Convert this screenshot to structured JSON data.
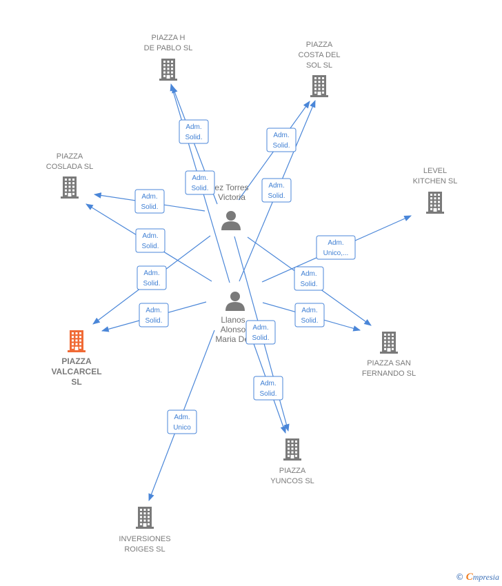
{
  "colors": {
    "edge": "#4a86d8",
    "company": "#7a7a7a",
    "highlight": "#f06a35",
    "person": "#7a7a7a"
  },
  "people": [
    {
      "id": "p1",
      "label": [
        "ez Torres",
        "Victoria"
      ]
    },
    {
      "id": "p2",
      "label": [
        "Llanos",
        "Alonso",
        "Maria Del"
      ]
    }
  ],
  "companies": [
    {
      "id": "c1",
      "label": [
        "PIAZZA H",
        "DE PABLO  SL"
      ],
      "highlight": false
    },
    {
      "id": "c2",
      "label": [
        "PIAZZA",
        "COSTA DEL",
        "SOL  SL"
      ],
      "highlight": false
    },
    {
      "id": "c3",
      "label": [
        "PIAZZA",
        "COSLADA  SL"
      ],
      "highlight": false
    },
    {
      "id": "c4",
      "label": [
        "LEVEL",
        "KITCHEN SL"
      ],
      "highlight": false
    },
    {
      "id": "c5",
      "label": [
        "PIAZZA",
        "VALCARCEL",
        "SL"
      ],
      "highlight": true
    },
    {
      "id": "c6",
      "label": [
        "PIAZZA SAN",
        "FERNANDO  SL"
      ],
      "highlight": false
    },
    {
      "id": "c7",
      "label": [
        "PIAZZA",
        "YUNCOS  SL"
      ],
      "highlight": false
    },
    {
      "id": "c8",
      "label": [
        "INVERSIONES",
        "ROIGES SL"
      ],
      "highlight": false
    }
  ],
  "edges": [
    {
      "from": "p2",
      "to": "c1",
      "label": [
        "Adm.",
        "Solid."
      ]
    },
    {
      "from": "p1",
      "to": "c1",
      "label": [
        "Adm.",
        "Solid."
      ]
    },
    {
      "from": "p1",
      "to": "c2",
      "label": [
        "Adm.",
        "Solid."
      ]
    },
    {
      "from": "p2",
      "to": "c2",
      "label": [
        "Adm.",
        "Solid."
      ]
    },
    {
      "from": "p1",
      "to": "c3",
      "label": [
        "Adm.",
        "Solid."
      ]
    },
    {
      "from": "p2",
      "to": "c3",
      "label": [
        "Adm.",
        "Solid."
      ]
    },
    {
      "from": "p2",
      "to": "c4",
      "label": [
        "Adm.",
        "Unico,..."
      ]
    },
    {
      "from": "p1",
      "to": "c5",
      "label": [
        "Adm.",
        "Solid."
      ]
    },
    {
      "from": "p2",
      "to": "c5",
      "label": [
        "Adm.",
        "Solid."
      ]
    },
    {
      "from": "p1",
      "to": "c6",
      "label": [
        "Adm.",
        "Solid."
      ]
    },
    {
      "from": "p2",
      "to": "c6",
      "label": [
        "Adm.",
        "Solid."
      ]
    },
    {
      "from": "p1",
      "to": "c7",
      "label": [
        "Adm.",
        "Solid."
      ]
    },
    {
      "from": "p2",
      "to": "c7",
      "label": [
        "Adm.",
        "Solid."
      ]
    },
    {
      "from": "p2",
      "to": "c8",
      "label": [
        "Adm.",
        "Unico"
      ]
    }
  ],
  "brand": {
    "copyright": "©",
    "initial": "C",
    "rest": "mpresia"
  }
}
